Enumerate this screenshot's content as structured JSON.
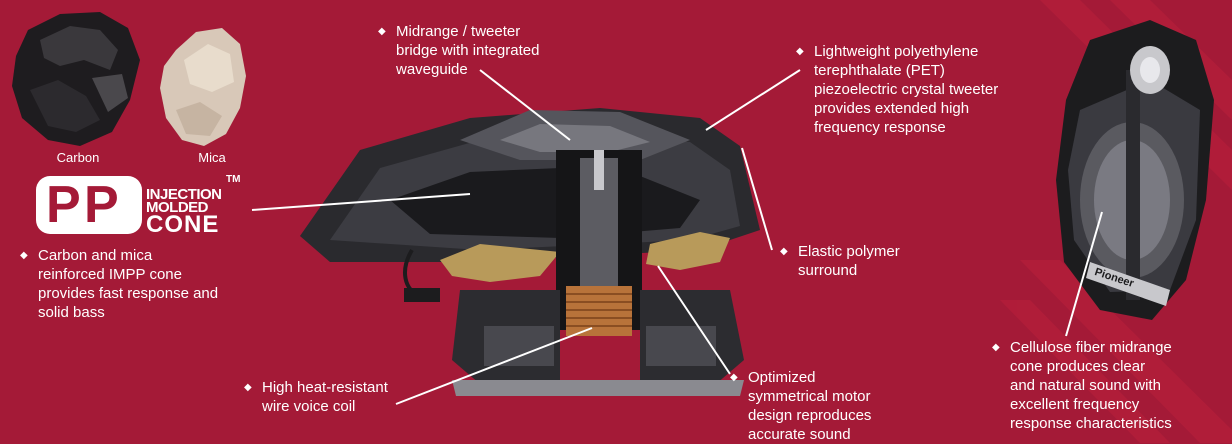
{
  "samples": {
    "carbon_label": "Carbon",
    "mica_label": "Mica"
  },
  "logo": {
    "mark_letters": [
      "P",
      "P"
    ],
    "line1": "INJECTION",
    "line2": "MOLDED",
    "line3": "CONE",
    "tm": "TM"
  },
  "callouts": {
    "carbon_mica": [
      "Carbon and mica",
      "reinforced IMPP cone",
      "provides fast response and",
      "solid bass"
    ],
    "bridge": [
      "Midrange / tweeter",
      "bridge with integrated",
      "waveguide"
    ],
    "tweeter": [
      "Lightweight polyethylene",
      "terephthalate (PET)",
      "piezoelectric crystal tweeter",
      "provides extended high",
      "frequency response"
    ],
    "surround": [
      "Elastic polymer",
      "surround"
    ],
    "voice_coil": [
      "High heat-resistant",
      "wire voice coil"
    ],
    "motor": [
      "Optimized",
      "symmetrical motor",
      "design reproduces",
      "accurate sound"
    ],
    "cellulose": [
      "Cellulose fiber midrange",
      "cone produces clear",
      "and natural sound with",
      "excellent frequency",
      "response characteristics"
    ]
  },
  "bullet_glyph": "◆",
  "brand": {
    "name": "Pioneer"
  },
  "colors": {
    "background": "#a41a37",
    "text": "#ffffff"
  }
}
